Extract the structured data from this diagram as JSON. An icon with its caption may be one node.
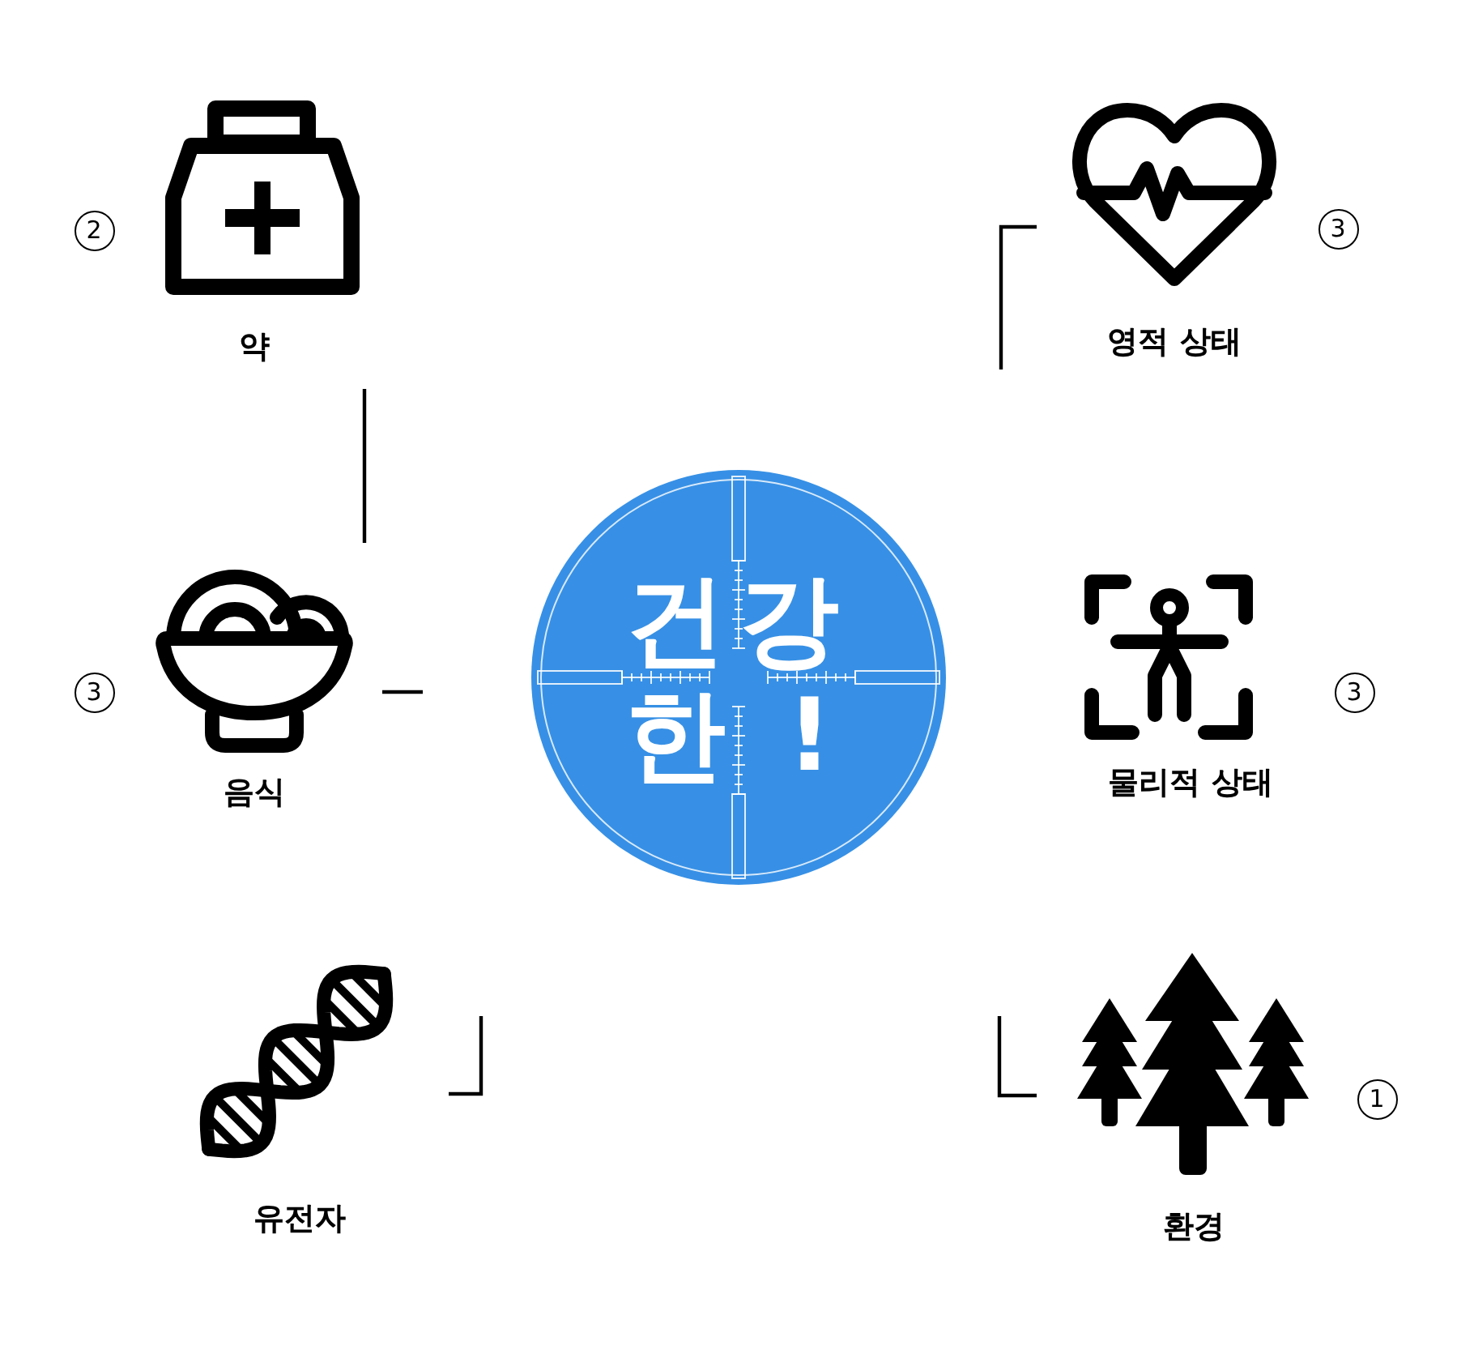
{
  "diagram": {
    "nodes": [
      {
        "text": [
          "건강한 !"
        ]
      },
      {
        "text": [
          "약"
        ],
        "beside": [
          "2"
        ]
      },
      {
        "text": [
          "영적 상태"
        ],
        "beside": [
          "3"
        ]
      },
      {
        "text": [
          "음식"
        ],
        "beside": [
          "3"
        ]
      },
      {
        "text": [
          "물리적 상태"
        ],
        "beside": [
          "3"
        ]
      },
      {
        "text": [
          "유전자"
        ]
      },
      {
        "text": [
          "환경"
        ],
        "beside": [
          "1"
        ]
      }
    ]
  }
}
